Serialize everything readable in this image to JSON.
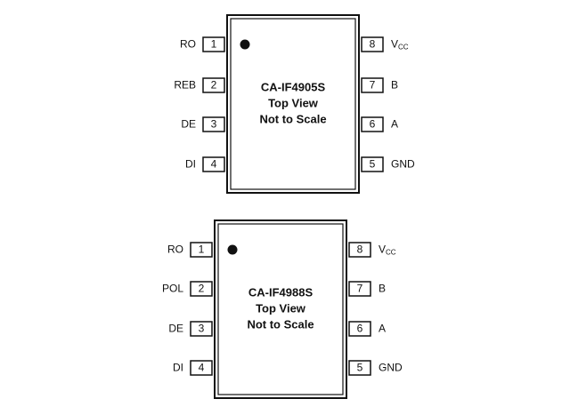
{
  "packages": [
    {
      "part": "CA-IF4905S",
      "view": "Top View",
      "scale_note": "Not to Scale",
      "left_pins": [
        {
          "num": "1",
          "name": "RO"
        },
        {
          "num": "2",
          "name": "REB"
        },
        {
          "num": "3",
          "name": "DE"
        },
        {
          "num": "4",
          "name": "DI"
        }
      ],
      "right_pins": [
        {
          "num": "8",
          "name": "V",
          "sub": "CC"
        },
        {
          "num": "7",
          "name": "B"
        },
        {
          "num": "6",
          "name": "A"
        },
        {
          "num": "5",
          "name": "GND"
        }
      ]
    },
    {
      "part": "CA-IF4988S",
      "view": "Top View",
      "scale_note": "Not to Scale",
      "left_pins": [
        {
          "num": "1",
          "name": "RO"
        },
        {
          "num": "2",
          "name": "POL"
        },
        {
          "num": "3",
          "name": "DE"
        },
        {
          "num": "4",
          "name": "DI"
        }
      ],
      "right_pins": [
        {
          "num": "8",
          "name": "V",
          "sub": "CC"
        },
        {
          "num": "7",
          "name": "B"
        },
        {
          "num": "6",
          "name": "A"
        },
        {
          "num": "5",
          "name": "GND"
        }
      ]
    }
  ]
}
